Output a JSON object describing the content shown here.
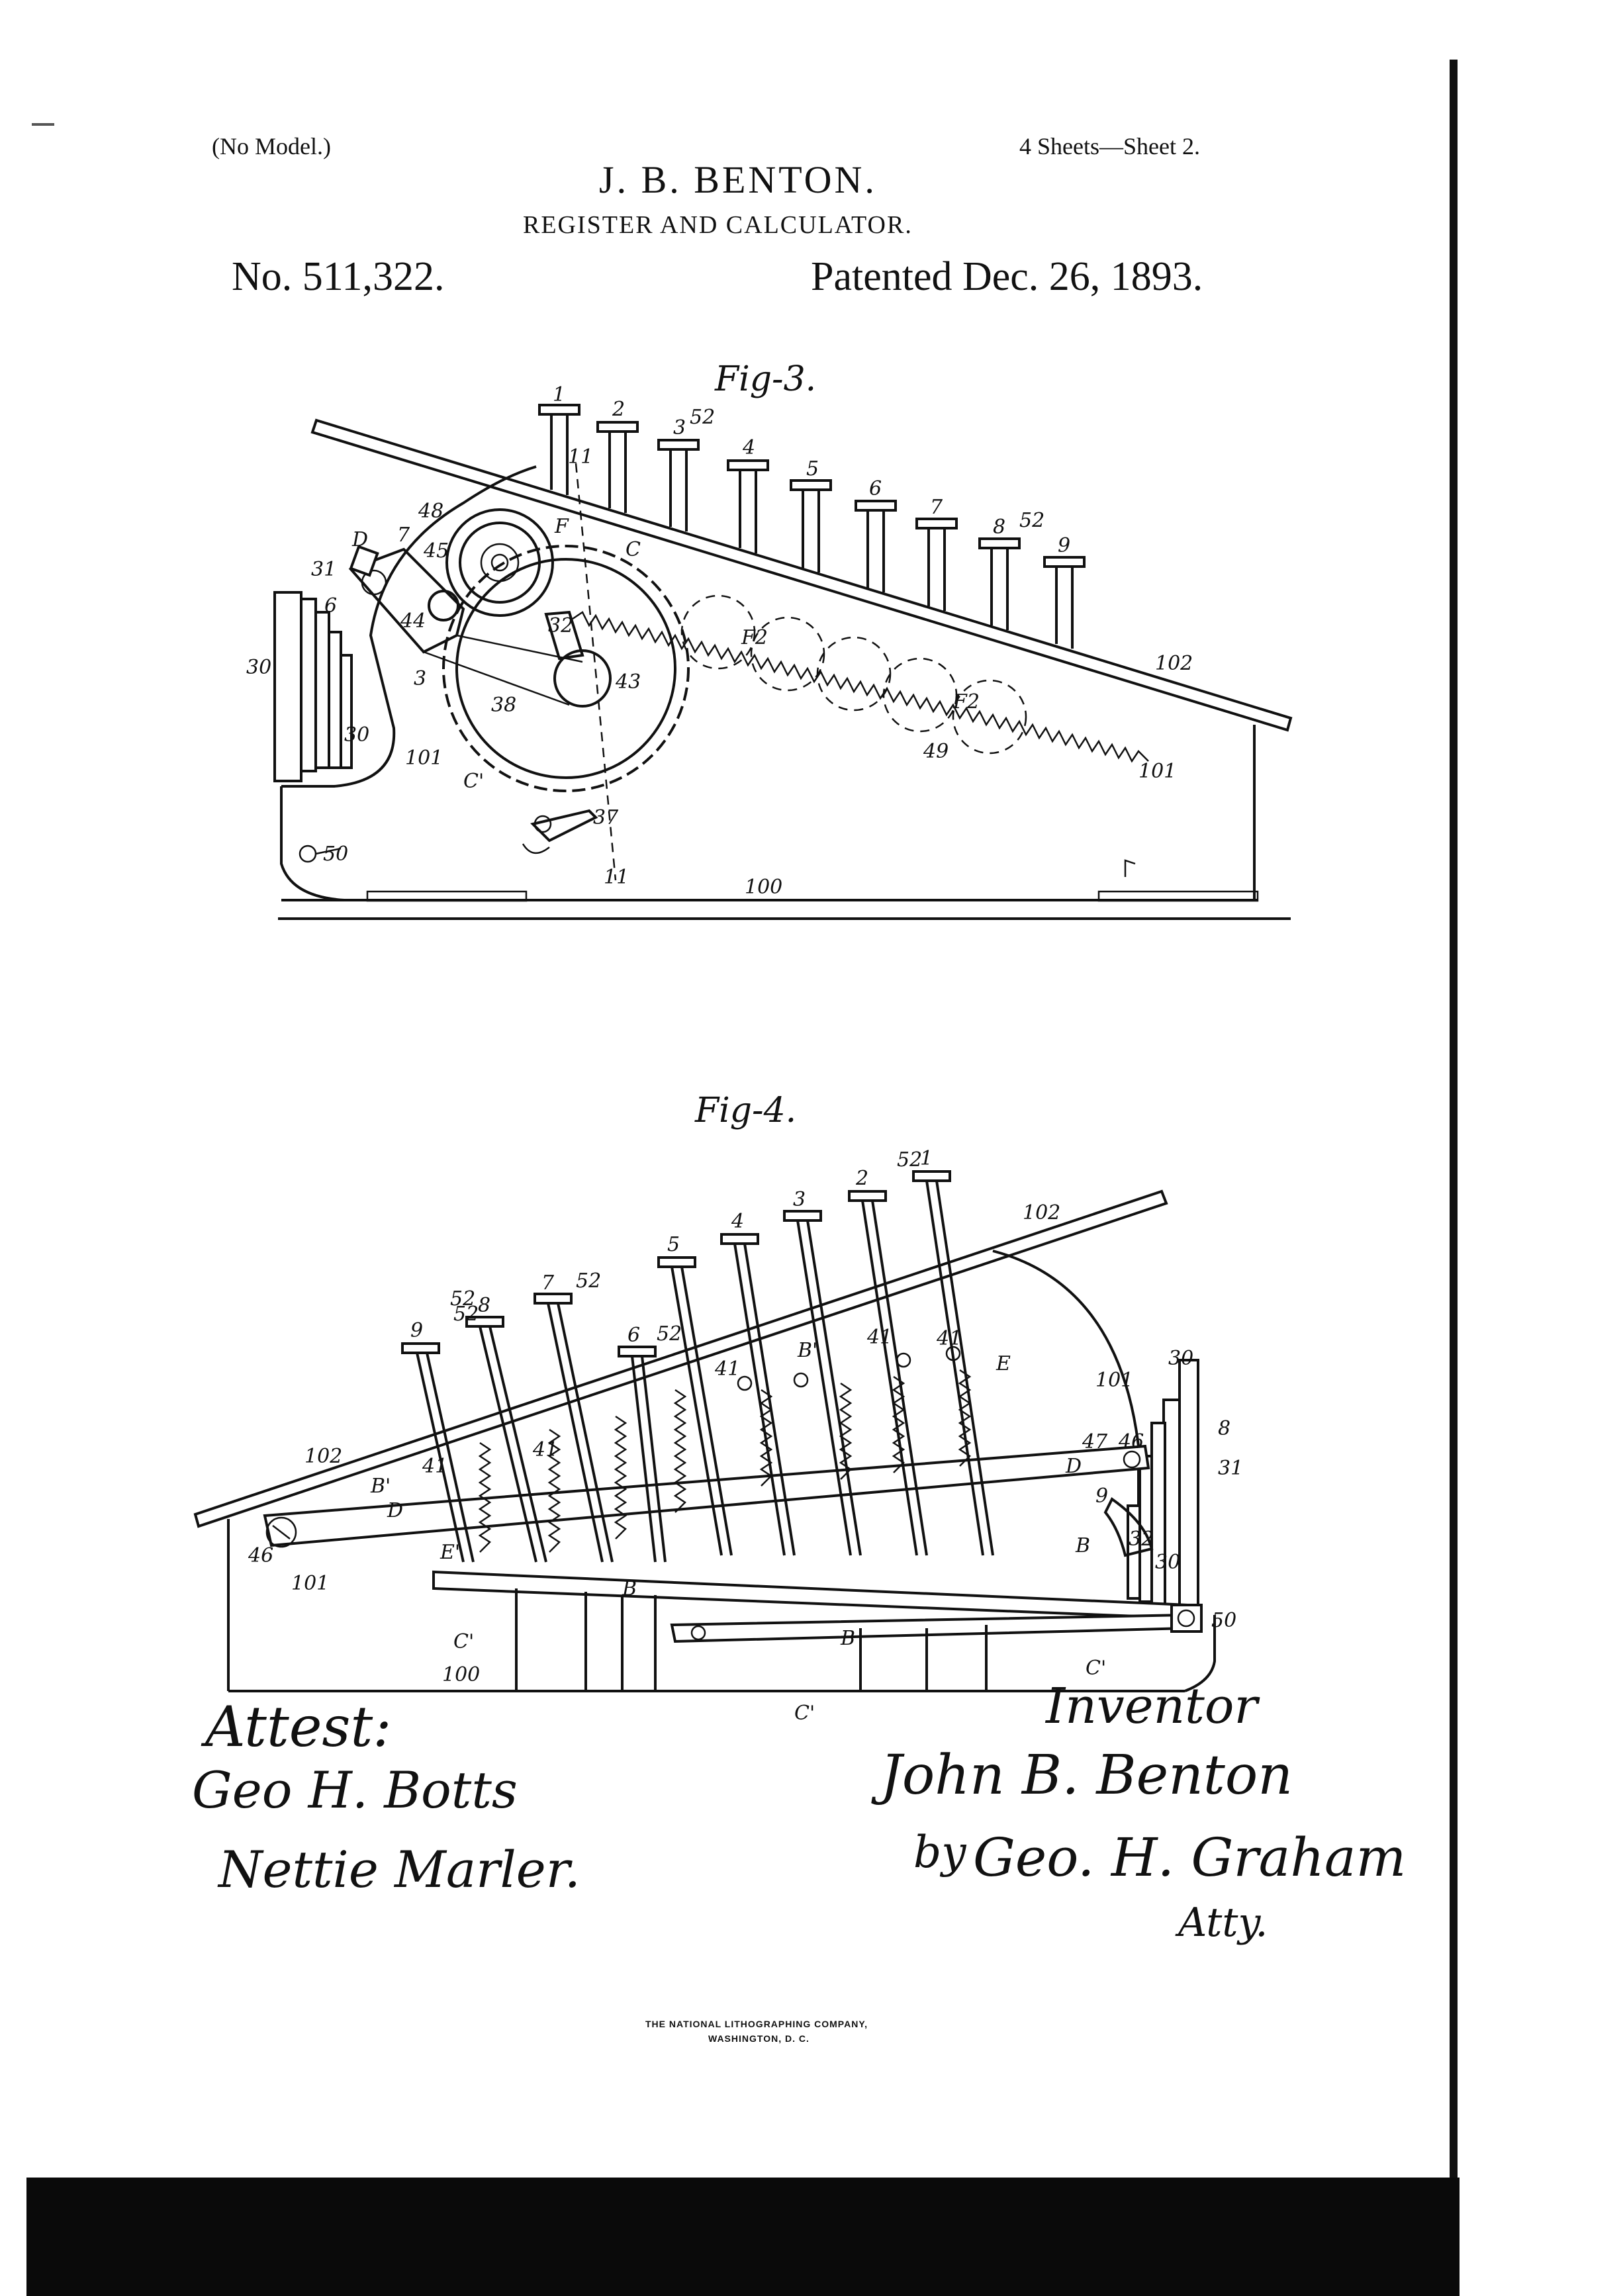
{
  "header": {
    "no_model": "(No Model.)",
    "sheets": "4 Sheets—Sheet 2.",
    "inventor_name": "J. B. BENTON.",
    "title": "REGISTER AND CALCULATOR.",
    "patent_number": "No. 511,322.",
    "patent_date": "Patented Dec. 26, 1893."
  },
  "figures": [
    {
      "label": "Fig-3.",
      "key_numbers": [
        "1",
        "2",
        "3",
        "4",
        "5",
        "6",
        "7",
        "8",
        "9"
      ],
      "reference_labels": [
        "52",
        "52",
        "11",
        "11",
        "F",
        "C",
        "C'",
        "F2",
        "F2",
        "D",
        "7",
        "45",
        "48",
        "31",
        "6",
        "44",
        "3",
        "32",
        "43",
        "38",
        "37",
        "30'",
        "30",
        "101",
        "101",
        "102",
        "49",
        "50",
        "100"
      ]
    },
    {
      "label": "Fig-4.",
      "key_numbers": [
        "9",
        "8",
        "7",
        "6",
        "5",
        "4",
        "3",
        "2",
        "1"
      ],
      "reference_labels": [
        "52",
        "52",
        "52",
        "52",
        "52",
        "102",
        "102",
        "B'",
        "B'",
        "41",
        "41",
        "41",
        "41",
        "41",
        "E",
        "E'",
        "101",
        "101",
        "30",
        "47",
        "46",
        "8",
        "9",
        "31",
        "D",
        "D",
        "32",
        "30",
        "B",
        "B",
        "B",
        "50",
        "C'",
        "C'",
        "C'",
        "46",
        "100"
      ]
    }
  ],
  "signatures": {
    "attest_label": "Attest:",
    "witness_1": "Geo H. Botts",
    "witness_2": "Nettie Marler.",
    "inventor_label": "Inventor",
    "inventor_signature": "John B. Benton",
    "by": "by",
    "attorney_signature": "Geo. H. Graham",
    "atty_label": "Atty."
  },
  "printer": {
    "line1": "THE NATIONAL LITHOGRAPHING COMPANY,",
    "line2": "WASHINGTON, D. C."
  }
}
